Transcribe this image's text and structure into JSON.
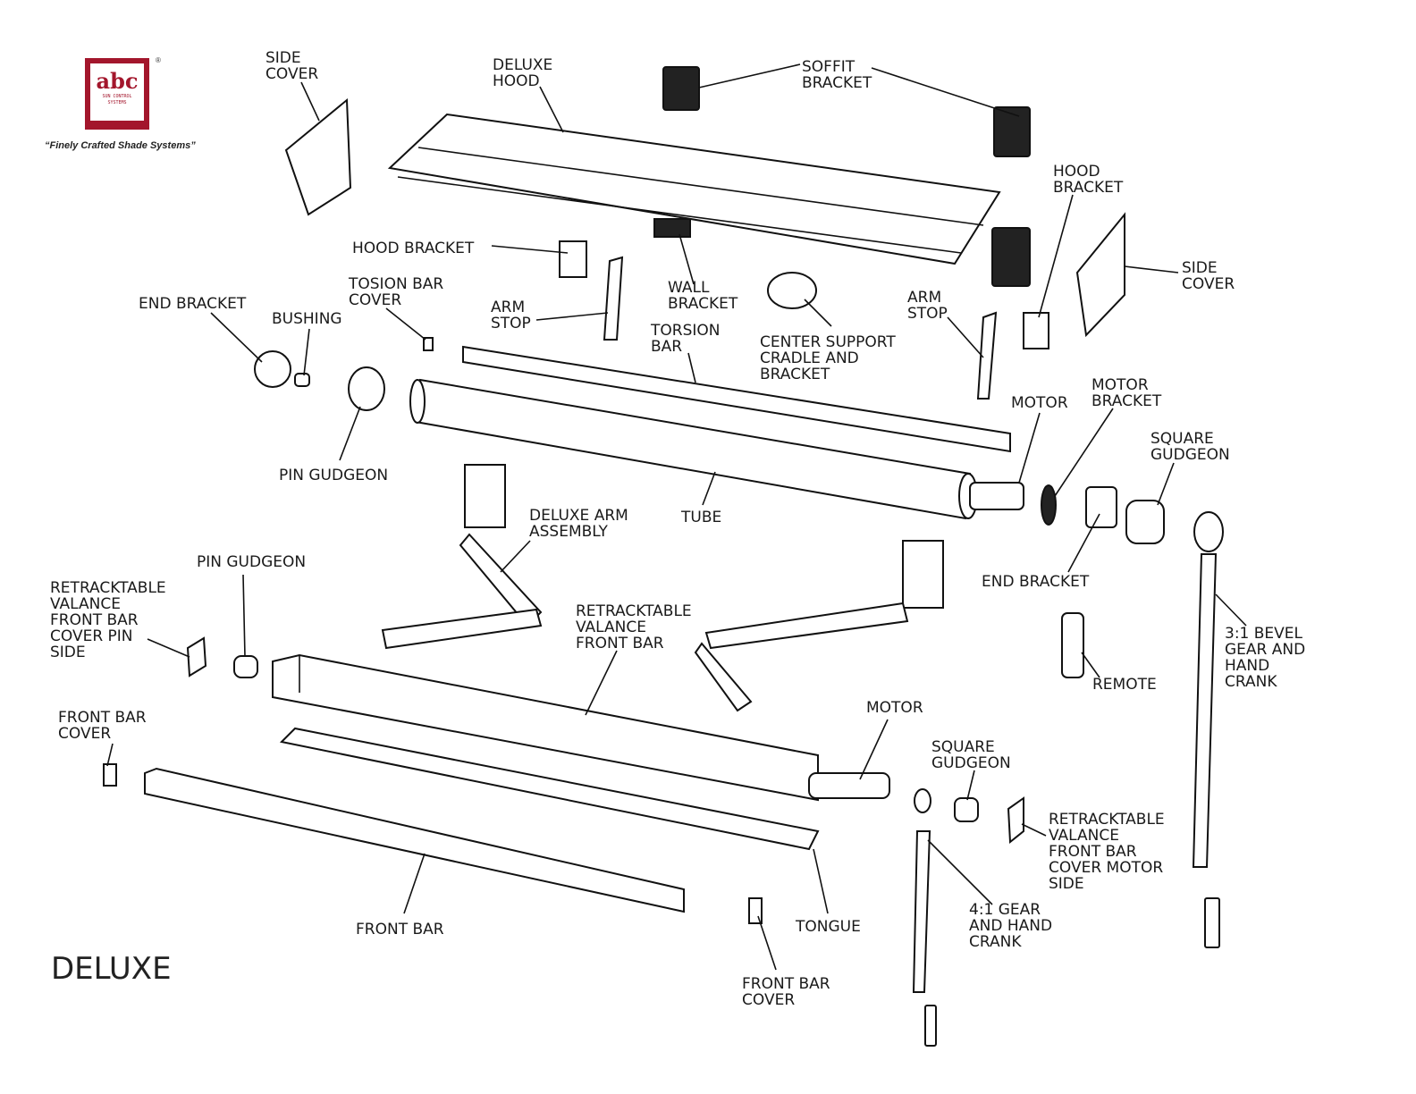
{
  "brand": {
    "logo_text": "abc",
    "logo_sub1": "SUN CONTROL",
    "logo_sub2": "SYSTEMS",
    "registered": "®",
    "tagline": "“Finely Crafted Shade Systems”",
    "color": "#a3162c"
  },
  "title": "DELUXE",
  "labels": {
    "side_cover_l": [
      "SIDE",
      "COVER"
    ],
    "deluxe_hood": [
      "DELUXE",
      "HOOD"
    ],
    "soffit_bracket": [
      "SOFFIT",
      "BRACKET"
    ],
    "hood_bracket_r": [
      "HOOD",
      "BRACKET"
    ],
    "side_cover_r": [
      "SIDE",
      "COVER"
    ],
    "hood_bracket_l": [
      "HOOD BRACKET"
    ],
    "wall_bracket": [
      "WALL",
      "BRACKET"
    ],
    "arm_stop_l": [
      "ARM",
      "STOP"
    ],
    "arm_stop_r": [
      "ARM",
      "STOP"
    ],
    "tosion_bar_cover": [
      "TOSION BAR",
      "COVER"
    ],
    "end_bracket_l": [
      "END BRACKET"
    ],
    "bushing": [
      "BUSHING"
    ],
    "torsion_bar": [
      "TORSION",
      "BAR"
    ],
    "center_support": [
      "CENTER SUPPORT",
      "CRADLE AND",
      "BRACKET"
    ],
    "motor_top": [
      "MOTOR"
    ],
    "motor_bracket": [
      "MOTOR",
      "BRACKET"
    ],
    "square_gudgeon_top": [
      "SQUARE",
      "GUDGEON"
    ],
    "pin_gudgeon_top": [
      "PIN GUDGEON"
    ],
    "tube": [
      "TUBE"
    ],
    "deluxe_arm": [
      "DELUXE ARM",
      "ASSEMBLY"
    ],
    "end_bracket_r": [
      "END BRACKET"
    ],
    "bevel_gear": [
      "3:1 BEVEL",
      "GEAR AND",
      "HAND",
      "CRANK"
    ],
    "remote": [
      "REMOTE"
    ],
    "pin_gudgeon_bottom": [
      "PIN GUDGEON"
    ],
    "rv_cover_pin": [
      "RETRACKTABLE",
      "VALANCE",
      "FRONT BAR",
      "COVER PIN",
      "SIDE"
    ],
    "rv_front_bar": [
      "RETRACKTABLE",
      "VALANCE",
      "FRONT BAR"
    ],
    "front_bar_cover_l": [
      "FRONT BAR",
      "COVER"
    ],
    "motor_bottom": [
      "MOTOR"
    ],
    "square_gudgeon_bottom": [
      "SQUARE",
      "GUDGEON"
    ],
    "rv_cover_motor": [
      "RETRACKTABLE",
      "VALANCE",
      "FRONT BAR",
      "COVER MOTOR",
      "SIDE"
    ],
    "gear_41": [
      "4:1 GEAR",
      "AND HAND",
      "CRANK"
    ],
    "front_bar": [
      "FRONT BAR"
    ],
    "tongue": [
      "TONGUE"
    ],
    "front_bar_cover_b": [
      "FRONT BAR",
      "COVER"
    ]
  }
}
